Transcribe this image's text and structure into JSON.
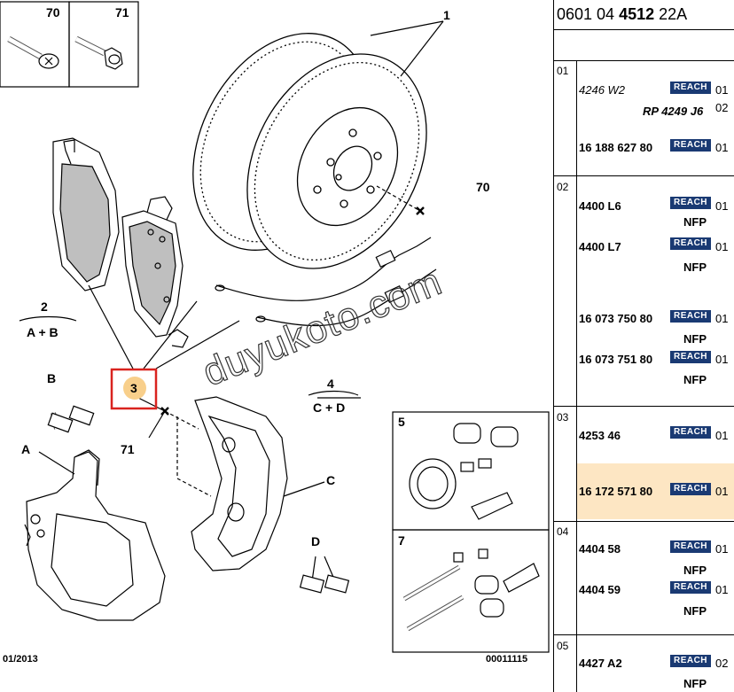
{
  "diagram": {
    "callouts": {
      "c70_box": "70",
      "c71_box": "71",
      "c1": "1",
      "c70": "70",
      "c71": "71",
      "c2": "2",
      "c2_sub": "A + B",
      "c3": "3",
      "c4": "4",
      "c4_sub": "C + D",
      "cA": "A",
      "cB": "B",
      "cC": "C",
      "cD": "D",
      "c5": "5",
      "c7": "7"
    },
    "watermark": "duyukoto.com",
    "date": "01/2013",
    "drawing_no": "00011115",
    "highlight_color": "#d9231f"
  },
  "panel": {
    "doc_prefix": "0601 04",
    "doc_bold": "4512",
    "doc_suffix": "22A",
    "groups": [
      {
        "num": "01",
        "items": [
          {
            "ref": "4246 W2",
            "reach": "REACH",
            "qty": "01"
          },
          {
            "ref": "RP 4249 J6",
            "qty": "02"
          },
          {
            "ref": "16 188 627 80",
            "reach": "REACH",
            "qty": "01"
          }
        ]
      },
      {
        "num": "02",
        "items": [
          {
            "ref": "4400 L6",
            "reach": "REACH",
            "qty": "01",
            "note": "NFP"
          },
          {
            "ref": "4400 L7",
            "reach": "REACH",
            "qty": "01",
            "note": "NFP"
          },
          {
            "ref": "16 073 750 80",
            "reach": "REACH",
            "qty": "01",
            "note": "NFP"
          },
          {
            "ref": "16 073 751 80",
            "reach": "REACH",
            "qty": "01",
            "note": "NFP"
          }
        ]
      },
      {
        "num": "03",
        "items": [
          {
            "ref": "4253 46",
            "reach": "REACH",
            "qty": "01"
          },
          {
            "ref": "16 172 571 80",
            "reach": "REACH",
            "qty": "01",
            "highlight": true
          }
        ]
      },
      {
        "num": "04",
        "items": [
          {
            "ref": "4404 58",
            "reach": "REACH",
            "qty": "01",
            "note": "NFP"
          },
          {
            "ref": "4404 59",
            "reach": "REACH",
            "qty": "01",
            "note": "NFP"
          }
        ]
      },
      {
        "num": "05",
        "items": [
          {
            "ref": "4427 A2",
            "reach": "REACH",
            "qty": "02",
            "note": "NFP"
          }
        ]
      }
    ],
    "reach_color": "#1a3a73",
    "highlight_bg": "#fde6c3"
  }
}
